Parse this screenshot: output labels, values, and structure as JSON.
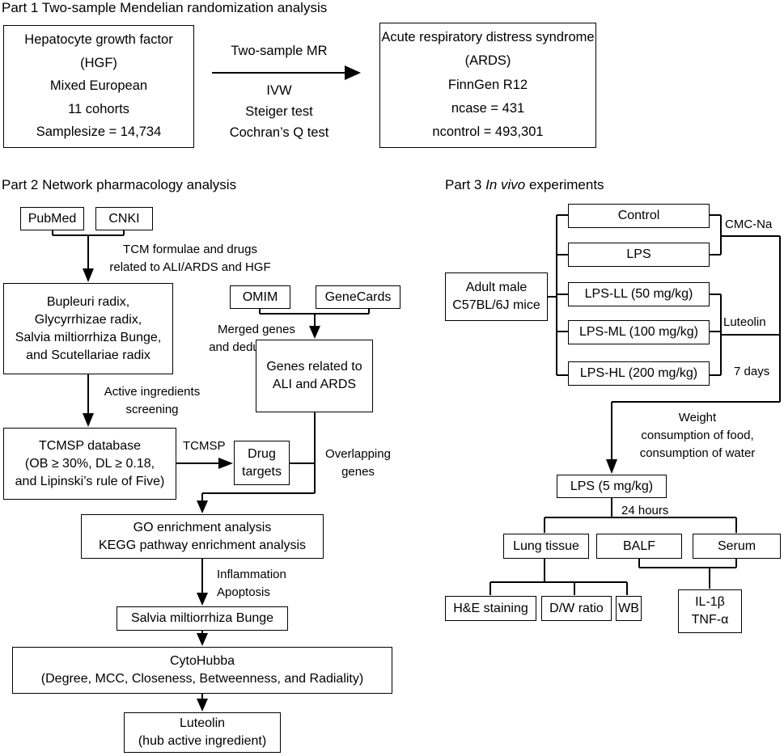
{
  "part1": {
    "title": "Part 1 Two-sample Mendelian randomization analysis",
    "hgf_box": [
      "Hepatocyte growth factor",
      "(HGF)",
      "Mixed European",
      "11 cohorts",
      "Samplesize = 14,734"
    ],
    "arrow_label": "Two-sample MR",
    "methods": [
      "IVW",
      "Steiger test",
      "Cochran’s Q test"
    ],
    "ards_box": [
      "Acute respiratory distress syndrome",
      "(ARDS)",
      "FinnGen R12",
      "ncase = 431",
      "ncontrol = 493,301"
    ]
  },
  "part2": {
    "title": "Part 2 Network pharmacology analysis",
    "pubmed": "PubMed",
    "cnki": "CNKI",
    "tcm_label": [
      "TCM formulae and drugs",
      "related to ALI/ARDS and HGF"
    ],
    "herbs_box": [
      "Bupleuri radix,",
      "Glycyrrhizae radix,",
      "Salvia miltiorrhiza Bunge,",
      "and Scutellariae radix"
    ],
    "omim": "OMIM",
    "genecards": "GeneCards",
    "merged_label": [
      "Merged genes",
      "and deduplication"
    ],
    "genes_box": [
      "Genes related to",
      "ALI and ARDS"
    ],
    "active_label": [
      "Active ingredients",
      "screening"
    ],
    "tcmsp_box": [
      "TCMSP database",
      "(OB ≥ 30%, DL ≥ 0.18,",
      "and Lipinski’s rule of Five)"
    ],
    "tcmsp_label": "TCMSP",
    "drug_targets_box": [
      "Drug",
      "targets"
    ],
    "overlapping_label": [
      "Overlapping",
      "genes"
    ],
    "go_box": [
      "GO enrichment analysis",
      "KEGG pathway enrichment analysis"
    ],
    "inflam_label": [
      "Inflammation",
      "Apoptosis"
    ],
    "salvia_box": "Salvia miltiorrhiza Bunge",
    "cyto_box": [
      "CytoHubba",
      "(Degree, MCC, Closeness, Betweenness, and Radiality)"
    ],
    "luteolin_box": [
      "Luteolin",
      "(hub active ingredient)"
    ]
  },
  "part3": {
    "title_prefix": "Part 3 ",
    "title_italic": "In vivo",
    "title_suffix": " experiments",
    "mice_box": [
      "Adult male",
      "C57BL/6J mice"
    ],
    "groups": [
      "Control",
      "LPS",
      "LPS-LL (50 mg/kg)",
      "LPS-ML (100 mg/kg)",
      "LPS-HL (200 mg/kg)"
    ],
    "cmc_label": "CMC-Na",
    "luteolin_label": "Luteolin",
    "days_label": "7 days",
    "weight_label": [
      "Weight",
      "consumption of food,",
      "consumption of water"
    ],
    "lps_box": "LPS (5 mg/kg)",
    "hours_label": "24 hours",
    "lung_box": "Lung tissue",
    "balf_box": "BALF",
    "serum_box": "Serum",
    "he_box": "H&E staining",
    "dw_box": "D/W ratio",
    "wb_box": "WB",
    "il_box": [
      "IL-1β",
      "TNF-α"
    ]
  }
}
